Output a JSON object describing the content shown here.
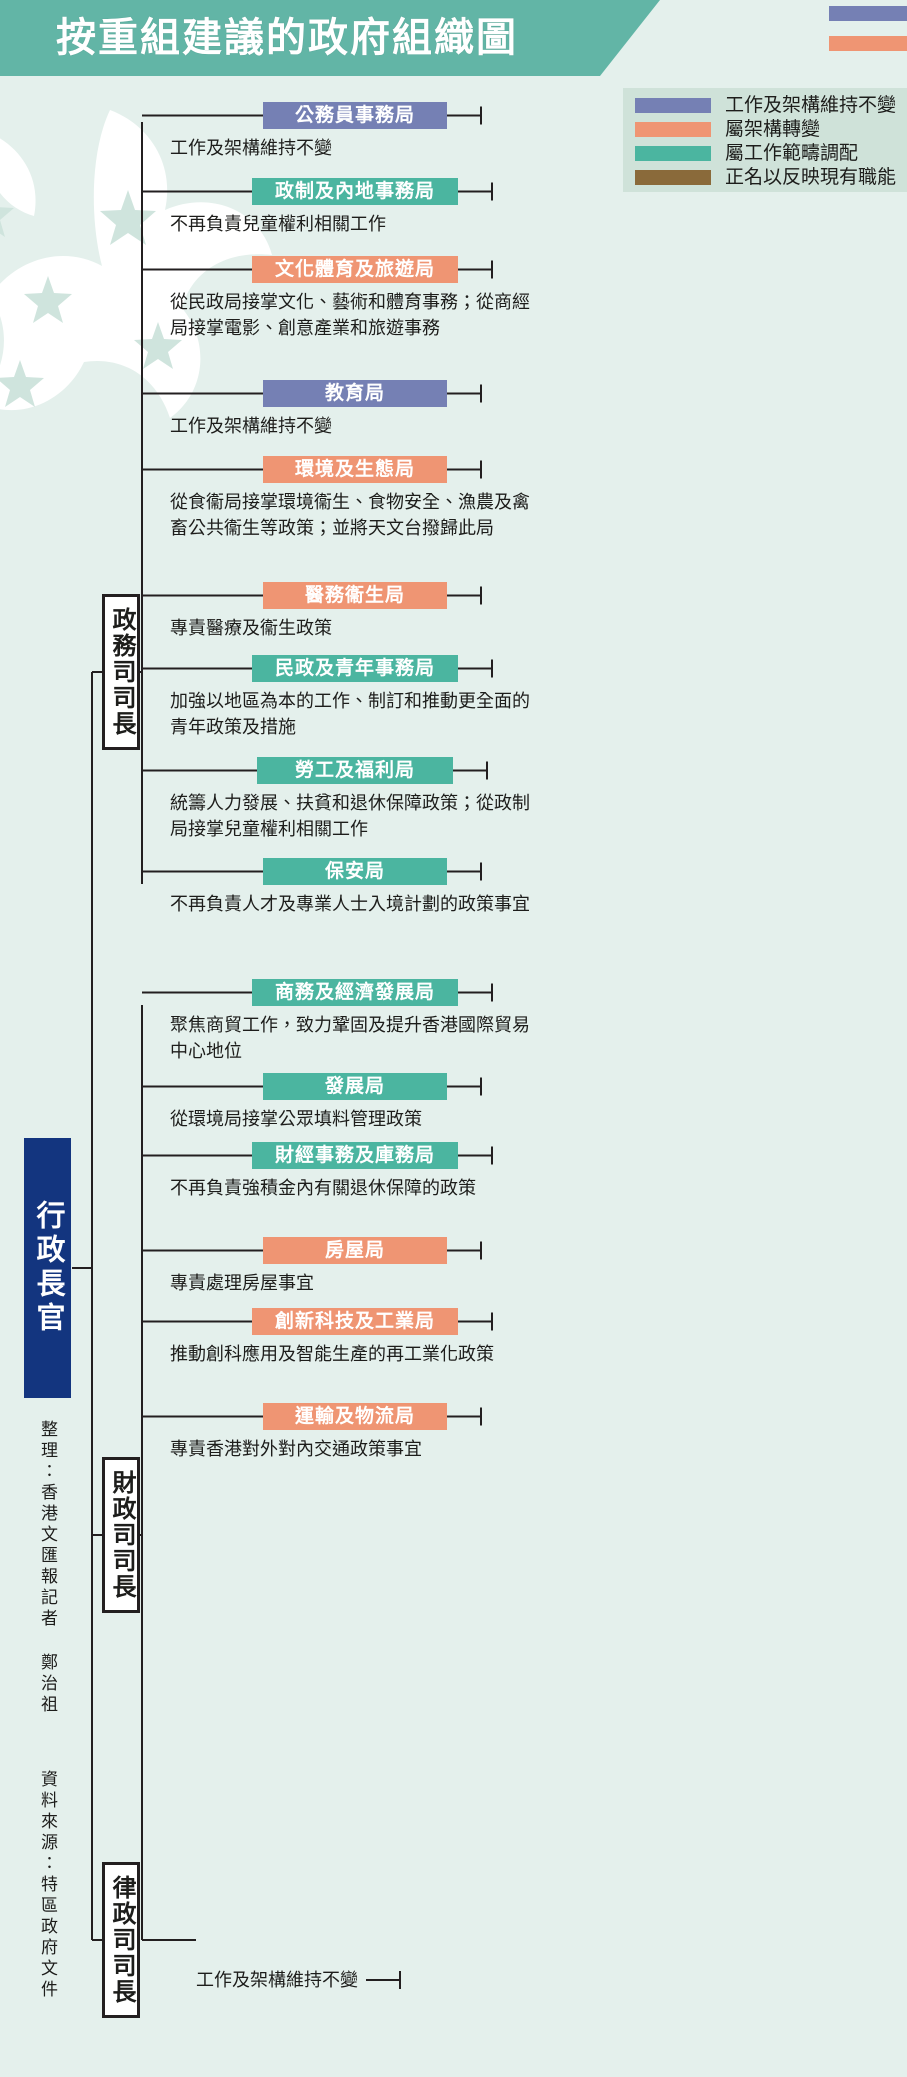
{
  "header": {
    "title": "按重組建議的政府組織圖",
    "swatch_top_color": "#7580b4",
    "swatch_bottom_color": "#ef9573",
    "band_color": "#62b5a6"
  },
  "legend": {
    "items": [
      {
        "color": "#7580b4",
        "label": "工作及架構維持不變"
      },
      {
        "color": "#ef9573",
        "label": "屬架構轉變"
      },
      {
        "color": "#4bb5a0",
        "label": "屬工作範疇調配"
      },
      {
        "color": "#8a6a3a",
        "label": "正名以反映現有職能"
      }
    ]
  },
  "chief_executive": {
    "label": "行政長官",
    "color": "#13357f"
  },
  "secretaries": [
    {
      "id": "cs",
      "label": "政務司司長"
    },
    {
      "id": "fs",
      "label": "財政司司長"
    },
    {
      "id": "sj",
      "label": "律政司司長"
    }
  ],
  "departments": [
    {
      "name": "公務員事務局",
      "color": "#7580b4",
      "desc": "工作及架構維持不變"
    },
    {
      "name": "政制及內地事務局",
      "color": "#4bb5a0",
      "desc": "不再負責兒童權利相關工作"
    },
    {
      "name": "文化體育及旅遊局",
      "color": "#ef9573",
      "desc": "從民政局接掌文化、藝術和體育事務；從商經局接掌電影、創意產業和旅遊事務"
    },
    {
      "name": "教育局",
      "color": "#7580b4",
      "desc": "工作及架構維持不變"
    },
    {
      "name": "環境及生態局",
      "color": "#ef9573",
      "desc": "從食衞局接掌環境衞生、食物安全、漁農及禽畜公共衞生等政策；並將天文台撥歸此局"
    },
    {
      "name": "醫務衞生局",
      "color": "#ef9573",
      "desc": "專責醫療及衞生政策"
    },
    {
      "name": "民政及青年事務局",
      "color": "#4bb5a0",
      "desc": "加強以地區為本的工作、制訂和推動更全面的青年政策及措施"
    },
    {
      "name": "勞工及福利局",
      "color": "#4bb5a0",
      "desc": "統籌人力發展、扶貧和退休保障政策；從政制局接掌兒童權利相關工作"
    },
    {
      "name": "保安局",
      "color": "#4bb5a0",
      "desc": "不再負責人才及專業人士入境計劃的政策事宜"
    },
    {
      "name": "商務及經濟發展局",
      "color": "#4bb5a0",
      "desc": "聚焦商貿工作，致力鞏固及提升香港國際貿易中心地位"
    },
    {
      "name": "發展局",
      "color": "#4bb5a0",
      "desc": "從環境局接掌公眾填料管理政策"
    },
    {
      "name": "財經事務及庫務局",
      "color": "#4bb5a0",
      "desc": "不再負責強積金內有關退休保障的政策"
    },
    {
      "name": "房屋局",
      "color": "#ef9573",
      "desc": "專責處理房屋事宜"
    },
    {
      "name": "創新科技及工業局",
      "color": "#ef9573",
      "desc": "推動創科應用及智能生產的再工業化政策"
    },
    {
      "name": "運輸及物流局",
      "color": "#ef9573",
      "desc": "專責香港對外對內交通政策事宜"
    }
  ],
  "justice_desc": "工作及架構維持不變",
  "credits": [
    "整理：香港文匯報記者 鄭治祖",
    "資料來源：特區政府文件"
  ]
}
